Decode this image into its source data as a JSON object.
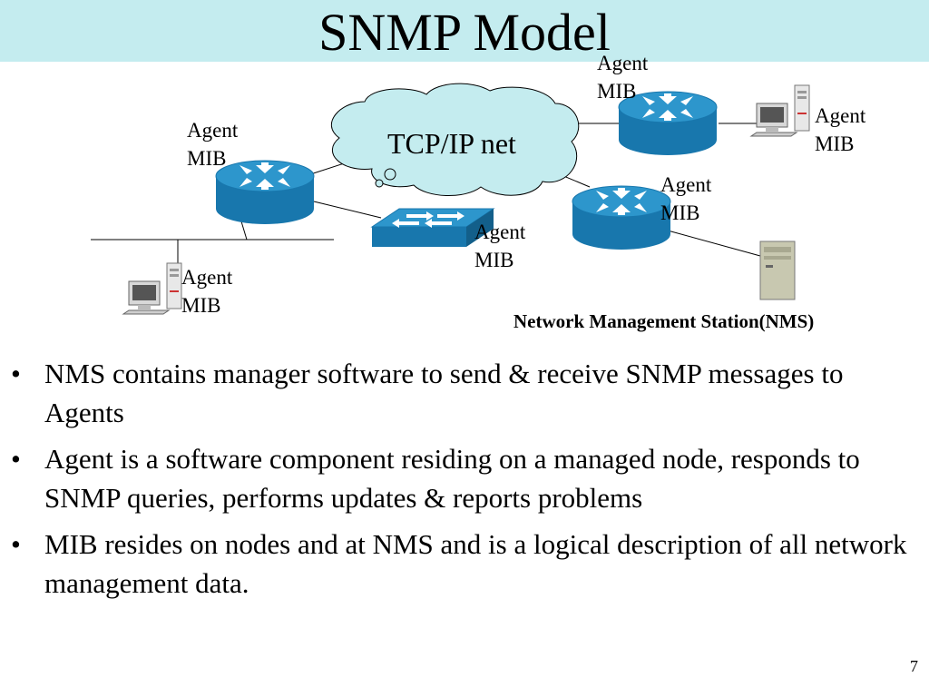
{
  "title": "SNMP Model",
  "cloud_label": "TCP/IP net",
  "agent_labels": [
    {
      "line1": "Agent",
      "line2": "MIB"
    },
    {
      "line1": "Agent",
      "line2": "MIB"
    },
    {
      "line1": "Agent",
      "line2": "MIB"
    },
    {
      "line1": "Agent",
      "line2": "MIB"
    },
    {
      "line1": "Agent",
      "line2": "MIB"
    },
    {
      "line1": "Agent",
      "line2": "MIB"
    }
  ],
  "nms_caption": "Network Management Station(NMS)",
  "bullets": [
    "NMS contains manager software to send & receive SNMP messages to Agents",
    "Agent is a software component residing on a managed node, responds to SNMP queries, performs updates & reports problems",
    "MIB resides on nodes and at NMS and is a logical description of all network management data."
  ],
  "bullet_marker": "•",
  "page_number": "7",
  "colors": {
    "title_band": "#c4ecef",
    "cloud_fill": "#c4ecef",
    "router_blue": "#1d7fb5",
    "router_top": "#2a8fc7"
  }
}
